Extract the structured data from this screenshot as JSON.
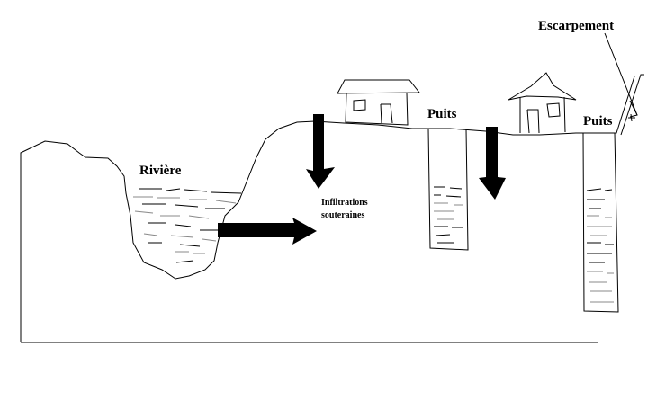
{
  "diagram": {
    "title": "Infiltrations souterraines de la rivière vers les puits",
    "labels": {
      "river": "Rivière",
      "infiltration_line1": "Infiltrations",
      "infiltration_line2": "souteraines",
      "well_1": "Puits",
      "well_2": "Puits",
      "escarpment": "Escarpement"
    },
    "elements": [
      {
        "id": "river",
        "kind": "water-body"
      },
      {
        "id": "house-1",
        "kind": "house",
        "roof": "flat"
      },
      {
        "id": "house-2",
        "kind": "house",
        "roof": "pointed"
      },
      {
        "id": "well-1",
        "kind": "well"
      },
      {
        "id": "well-2",
        "kind": "well"
      },
      {
        "id": "escarpment",
        "kind": "slope"
      }
    ],
    "arrows": [
      {
        "id": "river-to-ground",
        "direction": "right",
        "meaning": "infiltration from river"
      },
      {
        "id": "infiltration-down-1",
        "direction": "down"
      },
      {
        "id": "infiltration-down-2",
        "direction": "down"
      }
    ]
  }
}
